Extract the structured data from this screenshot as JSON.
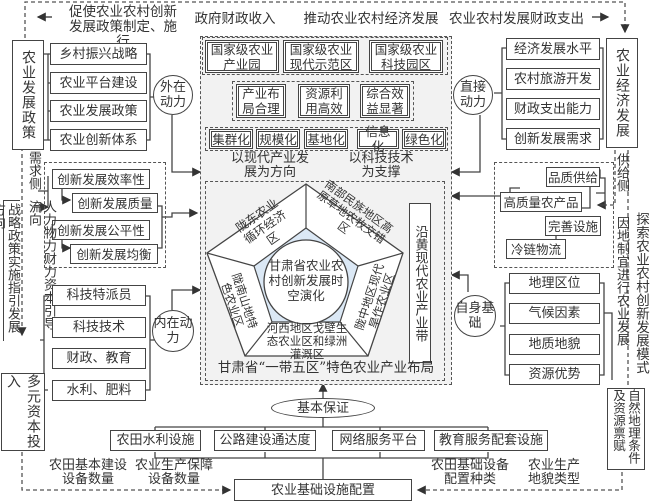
{
  "top_flow": {
    "left_label_line1": "促使农业农村创新",
    "left_label_line2": "发展政策制定、施行",
    "mid_label1": "政府财政收入",
    "mid_label2": "推动农业农村经济发展",
    "right_label": "农业农村发展财政支出"
  },
  "left_policy": {
    "title": "农业发展政策",
    "items": [
      "乡村振兴战略",
      "农业平台建设",
      "农业发展政策",
      "农业创新体系"
    ],
    "driver": "外在动力"
  },
  "right_economy": {
    "title": "农业经济发展",
    "items": [
      "经济发展水平",
      "农村旅游开发",
      "财政支出能力",
      "创新发展需求"
    ],
    "driver": "直接动力"
  },
  "demand_side": {
    "label": "需求侧",
    "items": [
      "创新发展效率性",
      "创新发展质量",
      "创新发展公平性",
      "创新发展均衡"
    ]
  },
  "supply_side": {
    "label": "供给侧",
    "items": [
      "品质供给",
      "高质量农产品",
      "完善设施",
      "冷链物流"
    ]
  },
  "left_vertical": {
    "strategy": "战略政策实施指引发展方向",
    "capital_flow": "人力物力财力资本引导流向"
  },
  "right_vertical": {
    "explore": "探索农业农村创新发展模式",
    "local": "因地制宜进行农业发展"
  },
  "inner_driver": {
    "label": "内在动力",
    "items": [
      "科技特派员",
      "科技技术",
      "财政、教育",
      "水利、肥料"
    ]
  },
  "self_base": {
    "label": "自身基础",
    "items": [
      "地理区位",
      "气候因素",
      "地质地貌",
      "资源优势"
    ]
  },
  "capital_input": "多元资本投入",
  "natural_endowment": "自然地理条件及资源禀赋",
  "center": {
    "parks": [
      "国家级农业产业园",
      "国家级农业现代示范区",
      "国家级农业科技园区"
    ],
    "outcomes": [
      "产业布局合理",
      "资源利用高效",
      "综合效益显著"
    ],
    "modes": [
      "集群化",
      "规模化",
      "基地化",
      "信息化",
      "绿色化"
    ],
    "direction_left": "以现代产业发展为方向",
    "direction_right": "以科技技术为支撑",
    "pentagon_core": "甘肃省农业农村创新发展时空演化",
    "zones": {
      "longdong": "陇东农业循环经济区",
      "south": "南部民族地区高原草地农牧交错区",
      "longzhong": "陇中地区现代旱作农业区",
      "hexi": "河西地区戈壁生态农业区和绿洲灌溉区",
      "longnan": "陇南山地特色农业区"
    },
    "yellow_river_belt": "沿黄现代农业产业带",
    "layout_title": "甘肃省“一带五区”特色农业产业布局"
  },
  "basic_guarantee": {
    "label": "基本保证",
    "items": [
      "农田水利设施",
      "公路建设通达度",
      "网络服务平台",
      "教育服务配套设施"
    ],
    "config": "农业基础设施配置",
    "left_label1": "农田基本建设设备数量",
    "left_label2": "农业生产保障设备数量",
    "right_label1": "农田基础设备配置种类",
    "right_label2": "农业生产地貌类型"
  },
  "colors": {
    "core_fill": "#dbe8f5",
    "panel_fill": "#f2f2f2",
    "line": "#444444"
  }
}
